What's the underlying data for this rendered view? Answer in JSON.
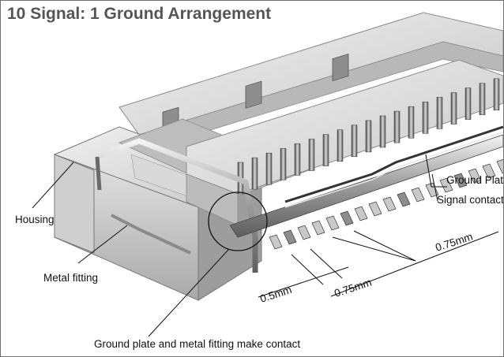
{
  "title": "10 Signal: 1 Ground Arrangement",
  "labels": {
    "housing": "Housing",
    "metal_fitting": "Metal fitting",
    "ground_plate": "Ground Plate",
    "signal_contact": "Signal contact",
    "contact_note": "Ground plate and metal fitting make contact"
  },
  "dimensions": {
    "d1": "0.5mm",
    "d2": "0.75mm",
    "d3": "0.75mm"
  }
}
